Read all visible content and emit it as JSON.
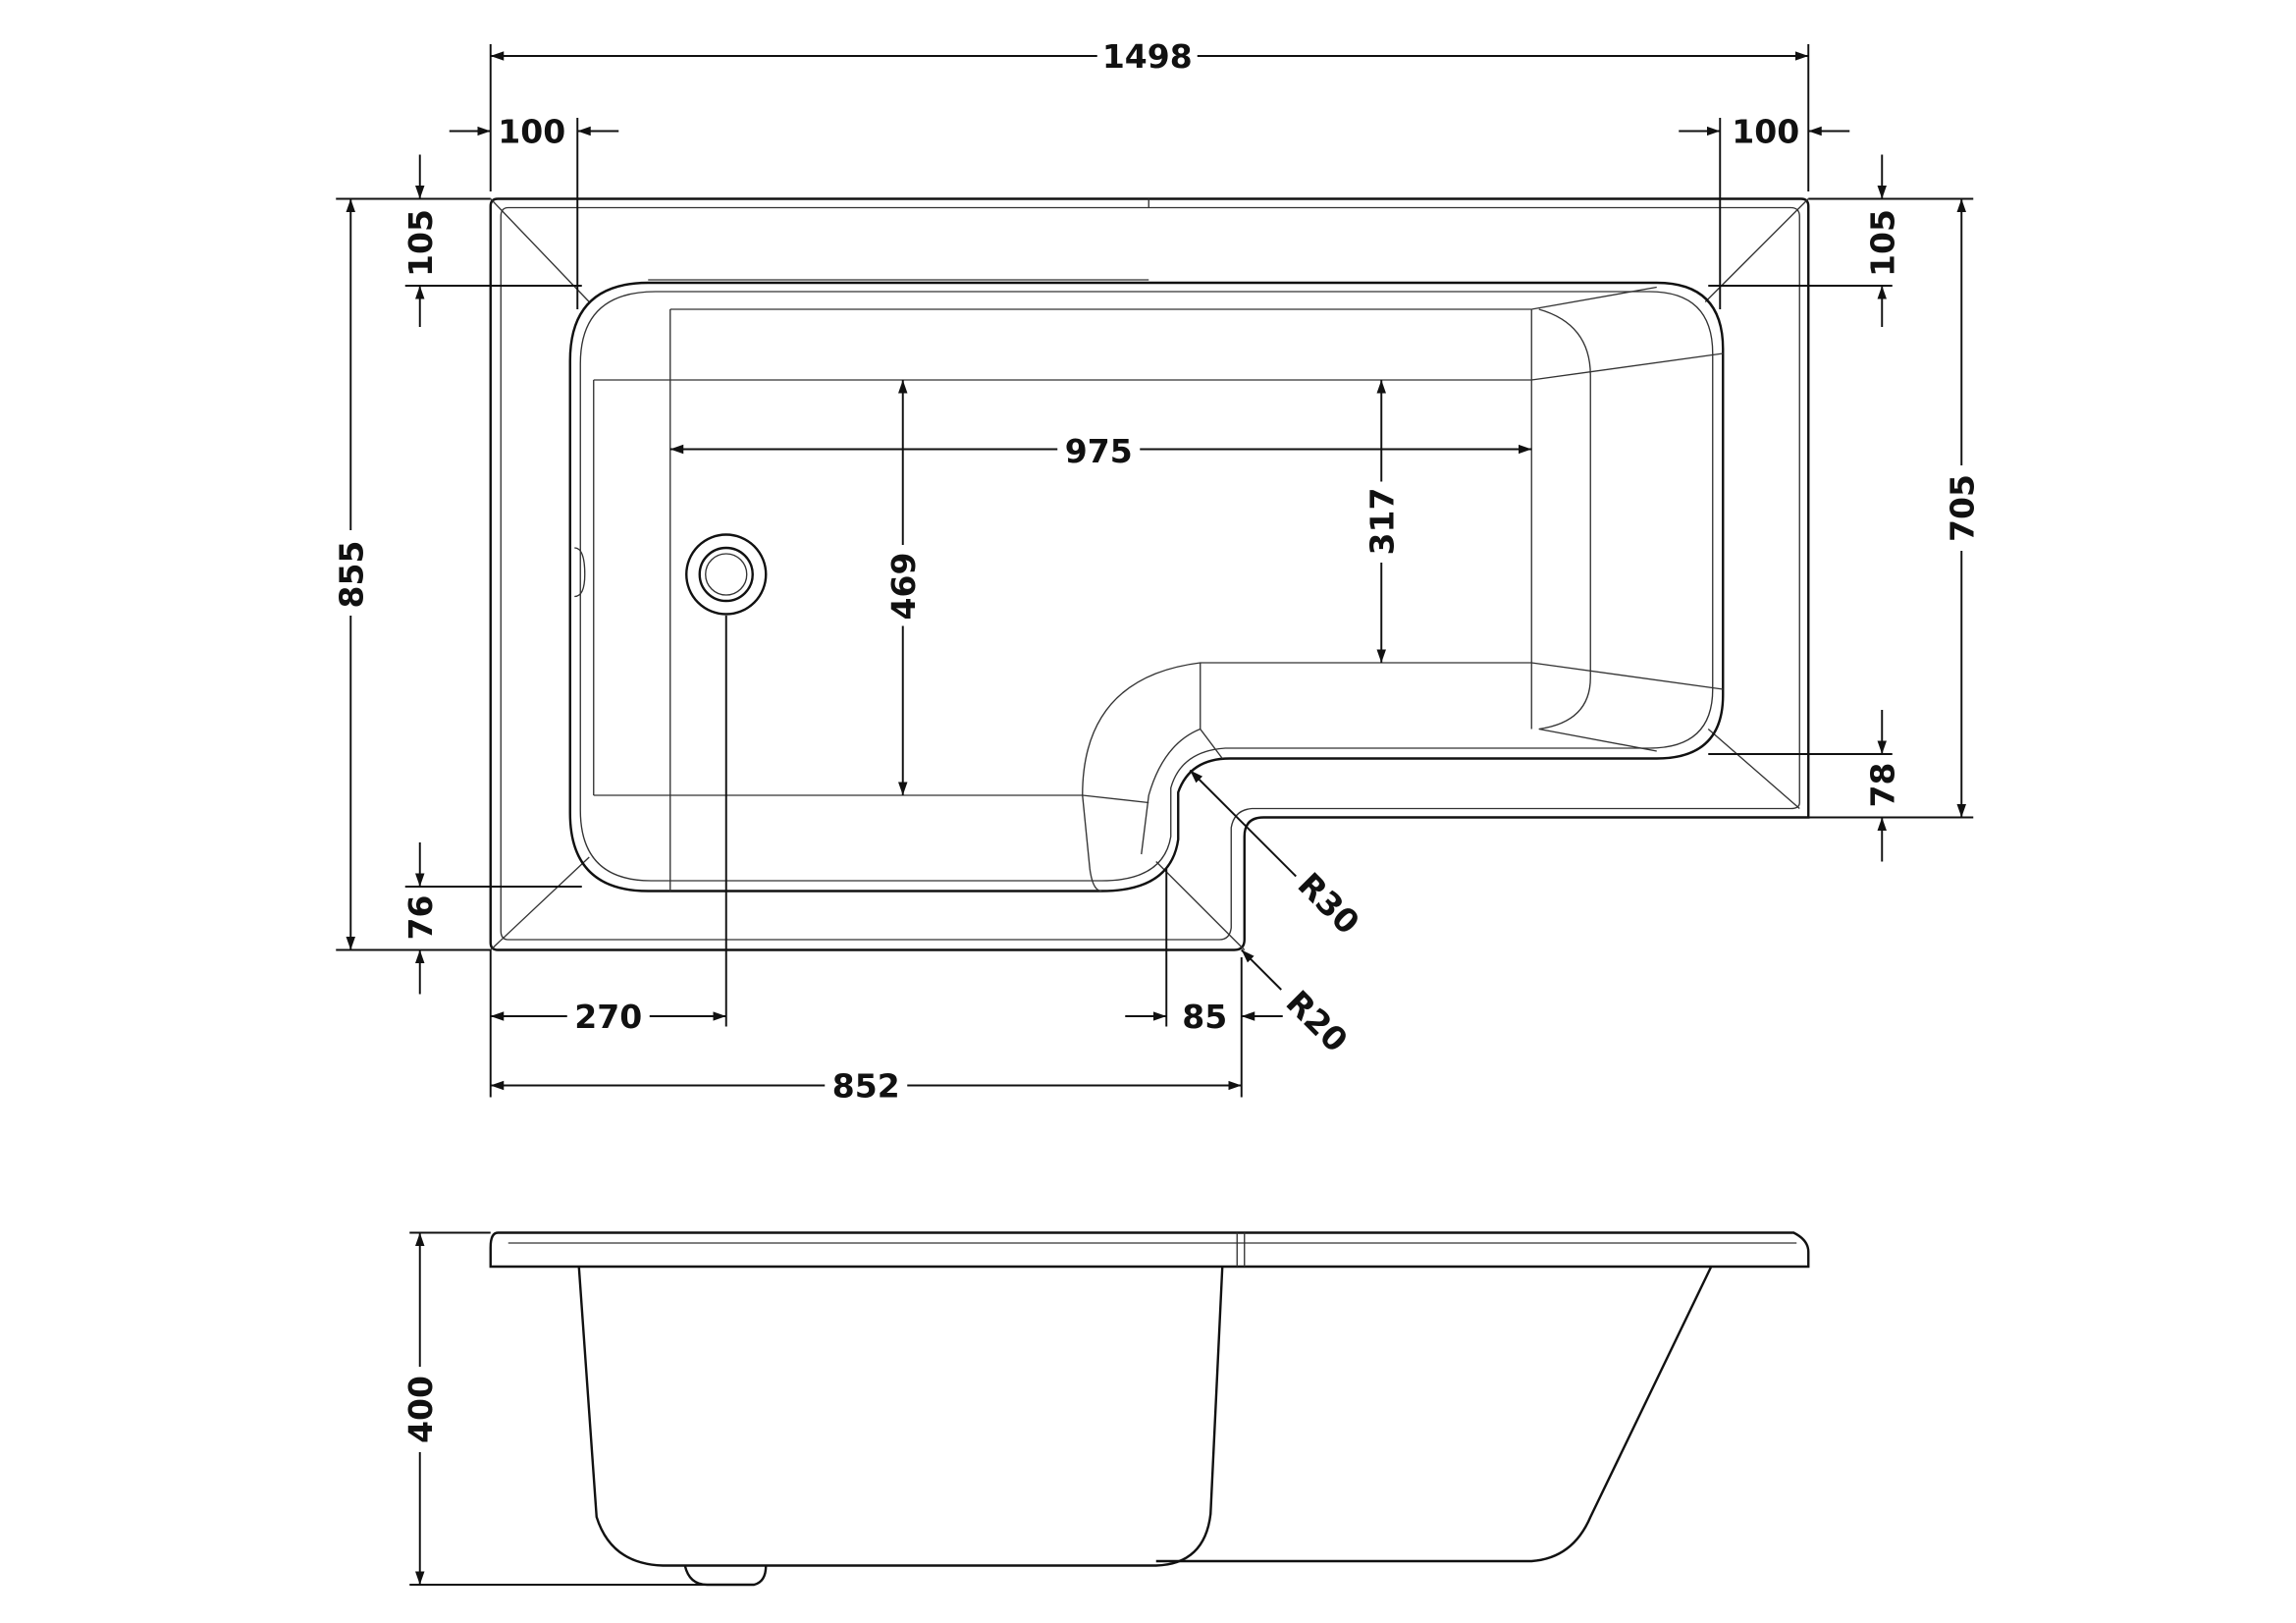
{
  "drawing": {
    "plan_view": {
      "overall_length": "1498",
      "left_corner_offset": "100",
      "right_corner_offset": "100",
      "left_rim_depth": "105",
      "right_rim_depth": "105",
      "overall_width": "855",
      "right_width": "705",
      "inner_length": "975",
      "left_basin_width": "469",
      "right_basin_width": "317",
      "bottom_left_rim": "76",
      "bottom_right_rim": "78",
      "waste_offset": "270",
      "step_width": "85",
      "left_section_length": "852",
      "inner_radius": "R30",
      "outer_radius": "R20"
    },
    "side_view": {
      "height": "400"
    },
    "colors": {
      "line": "#111111",
      "background": "#ffffff"
    }
  }
}
